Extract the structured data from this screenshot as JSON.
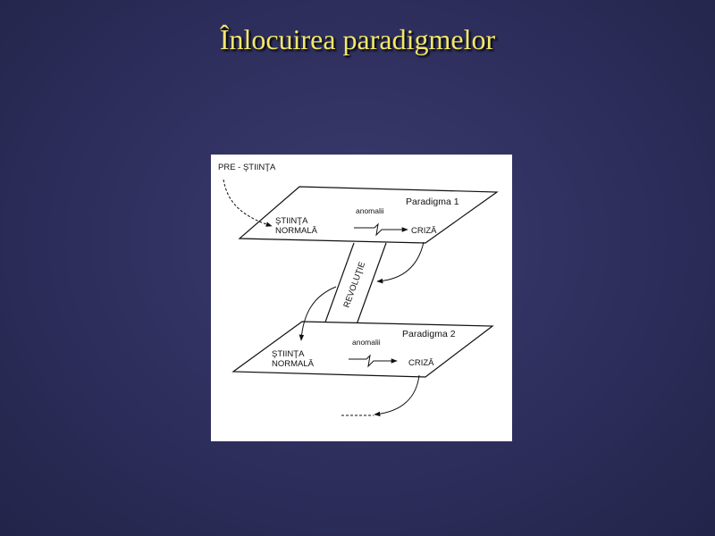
{
  "slide": {
    "title": "Înlocuirea paradigmelor"
  },
  "diagram": {
    "pre_science": "PRE - ŞTIINŢA",
    "revolution": "REVOLUŢIE",
    "plane1": {
      "name": "Paradigma 1",
      "normal_line1": "ŞTIINŢA",
      "normal_line2": "NORMALĂ",
      "anomalies": "anomalii",
      "crisis": "CRIZĂ"
    },
    "plane2": {
      "name": "Paradigma 2",
      "normal_line1": "ŞTIINŢA",
      "normal_line2": "NORMALĂ",
      "anomalies": "anomalii",
      "crisis": "CRIZĂ"
    },
    "colors": {
      "ink": "#111111",
      "paper": "#ffffff"
    }
  }
}
